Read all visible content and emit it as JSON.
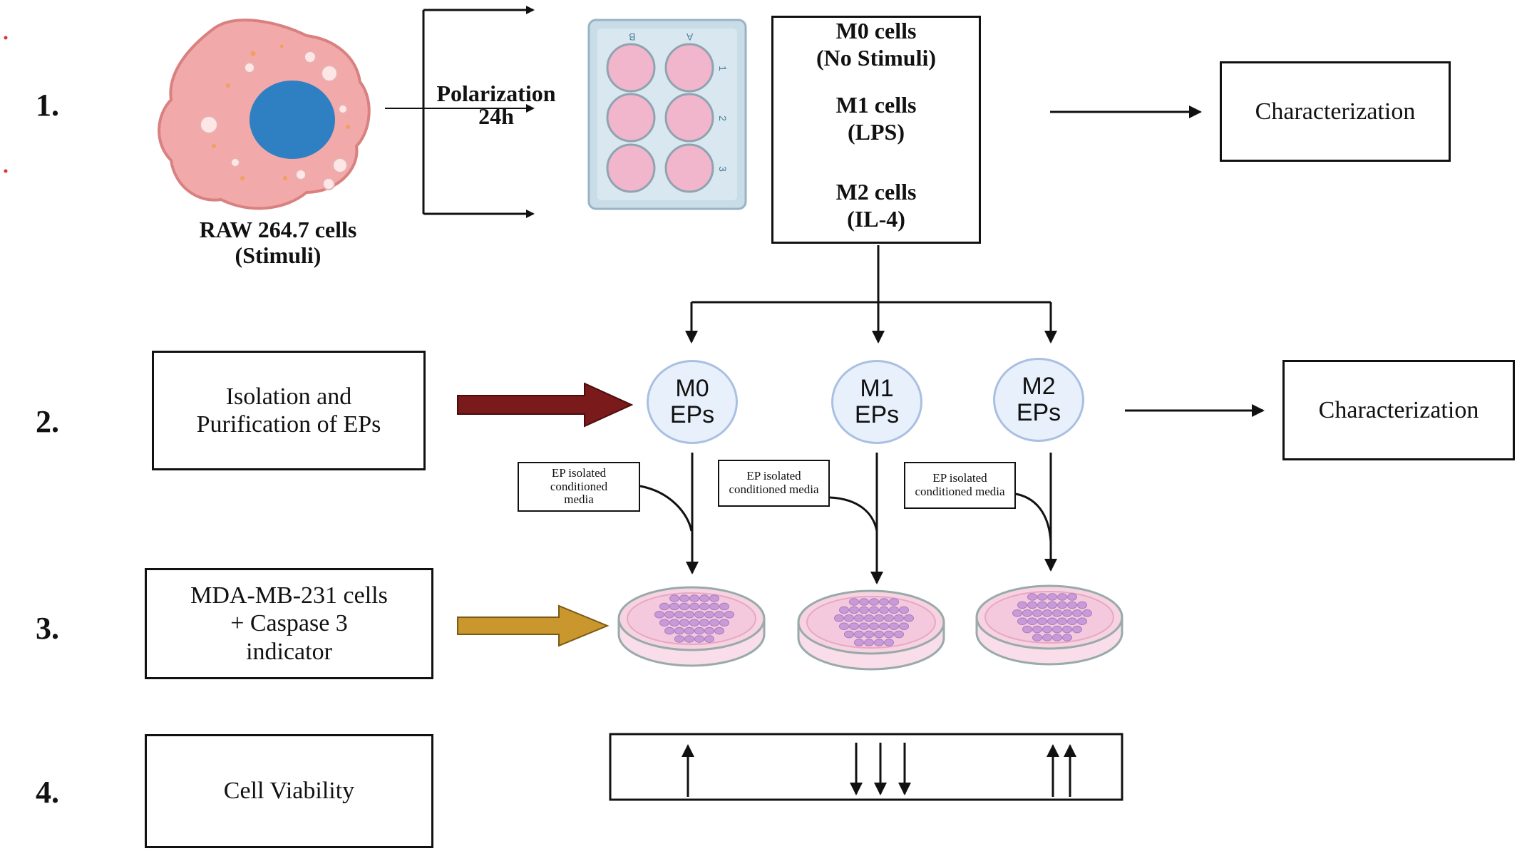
{
  "steps": [
    "1.",
    "2.",
    "3.",
    "4."
  ],
  "raw_cells": {
    "line1": "RAW 264.7 cells",
    "line2": "(Stimuli)"
  },
  "polarization": {
    "line1": "Polarization",
    "line2": "24h"
  },
  "plate": {
    "columns": [
      "B",
      "A"
    ],
    "rows": [
      "1",
      "2",
      "3"
    ]
  },
  "macrophages": [
    {
      "name": "M0 cells",
      "stim": "(No Stimuli)"
    },
    {
      "name": "M1 cells",
      "stim": "(LPS)"
    },
    {
      "name": "M2 cells",
      "stim": "(IL-4)"
    }
  ],
  "characterization_1": "Characterization",
  "characterization_2": "Characterization",
  "isolation": {
    "line1": "Isolation and",
    "line2": "Purification of EPs"
  },
  "eps": [
    {
      "top": "M0",
      "bottom": "EPs"
    },
    {
      "top": "M1",
      "bottom": "EPs"
    },
    {
      "top": "M2",
      "bottom": "EPs"
    }
  ],
  "media_labels": [
    {
      "line1": "EP isolated",
      "line2": "conditioned",
      "line3": "media"
    },
    {
      "line1": "EP isolated",
      "line2": "conditioned media"
    },
    {
      "line1": "EP isolated",
      "line2": "conditioned media"
    }
  ],
  "mda": {
    "line1": "MDA-MB-231 cells",
    "line2": "+ Caspase 3",
    "line3": "indicator"
  },
  "viability": "Cell Viability",
  "viability_arrows": {
    "m0_up": 1,
    "m1_down": 3,
    "m2_up": 2
  },
  "colors": {
    "arrow_isolation": "#7a1a1a",
    "arrow_mda": "#c9972e",
    "ep_fill": "#e8f0fb",
    "ep_border": "#a9c0e2",
    "cell_body": "#f2a9a9",
    "nucleus": "#2f7fc3",
    "well_fill": "#f2b6cc",
    "dish_media": "#f7d3e2",
    "cell_dots": "#c89ad8"
  }
}
